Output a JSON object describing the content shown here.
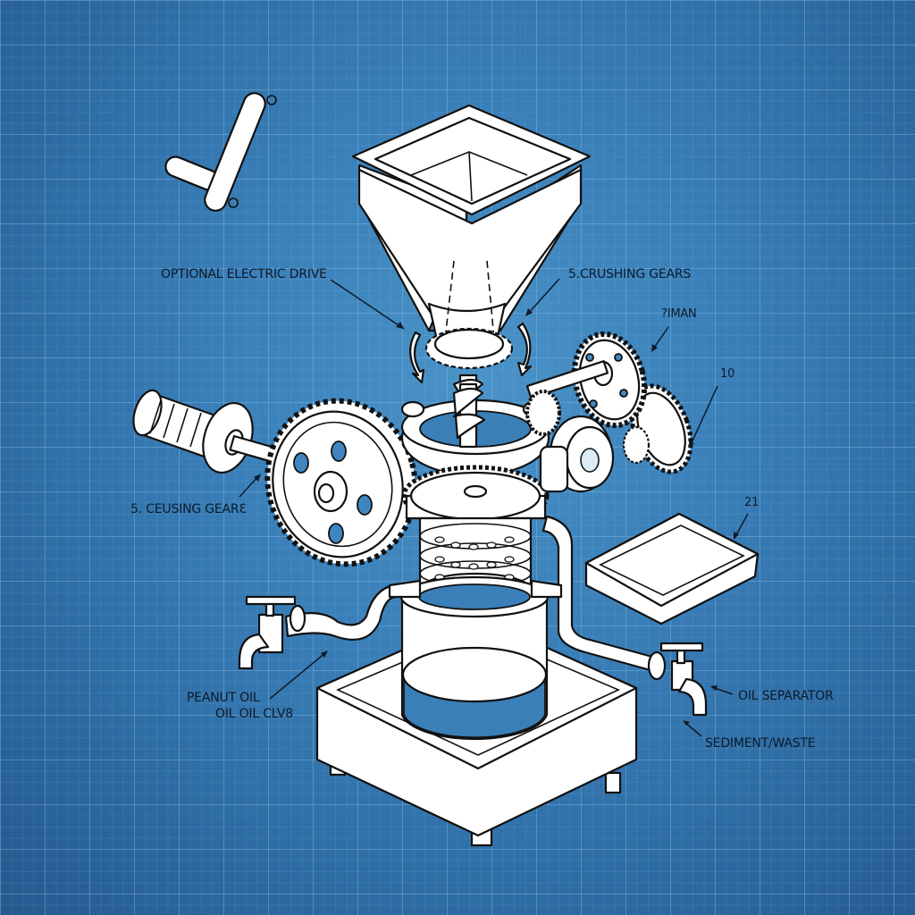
{
  "diagram": {
    "title": "Peanut oil press exploded view",
    "background_color": "#3a7fb8",
    "line_color": "#111111",
    "part_fill": "#ffffff"
  },
  "labels": {
    "optional_electric_drive": "OPTIONAL ELECTRIC DRIVE",
    "crushing_gears_top": "5.CRUSHING GEARS",
    "top_right_garbled": "?IMAN",
    "ten": "10",
    "crushing_gears_left": "5. CEUSING GEARƐ",
    "twenty_one": "21",
    "peanut_oil_line1": "PEANUT OIL",
    "peanut_oil_line2": "OIL OIL CLV8",
    "oil_separator": "OIL SEPARATOR",
    "sediment_waste": "SEDIMENT/WASTE"
  },
  "parts": [
    {
      "name": "hand-crank",
      "icon": "crank-icon"
    },
    {
      "name": "hopper",
      "icon": "funnel-icon"
    },
    {
      "name": "auger-screw",
      "icon": "screw-icon"
    },
    {
      "name": "electric-motor",
      "icon": "motor-icon"
    },
    {
      "name": "large-drive-gear",
      "icon": "gear-icon"
    },
    {
      "name": "right-gear-train",
      "icon": "gear-icon"
    },
    {
      "name": "press-chamber",
      "icon": "cylinder-icon"
    },
    {
      "name": "perforated-filter-rings",
      "icon": "filter-icon"
    },
    {
      "name": "oil-collection-jar",
      "icon": "jar-icon"
    },
    {
      "name": "base-tray",
      "icon": "tray-icon"
    },
    {
      "name": "sediment-tray",
      "icon": "tray-icon"
    },
    {
      "name": "left-tap",
      "icon": "faucet-icon"
    },
    {
      "name": "right-tap",
      "icon": "faucet-icon"
    }
  ]
}
